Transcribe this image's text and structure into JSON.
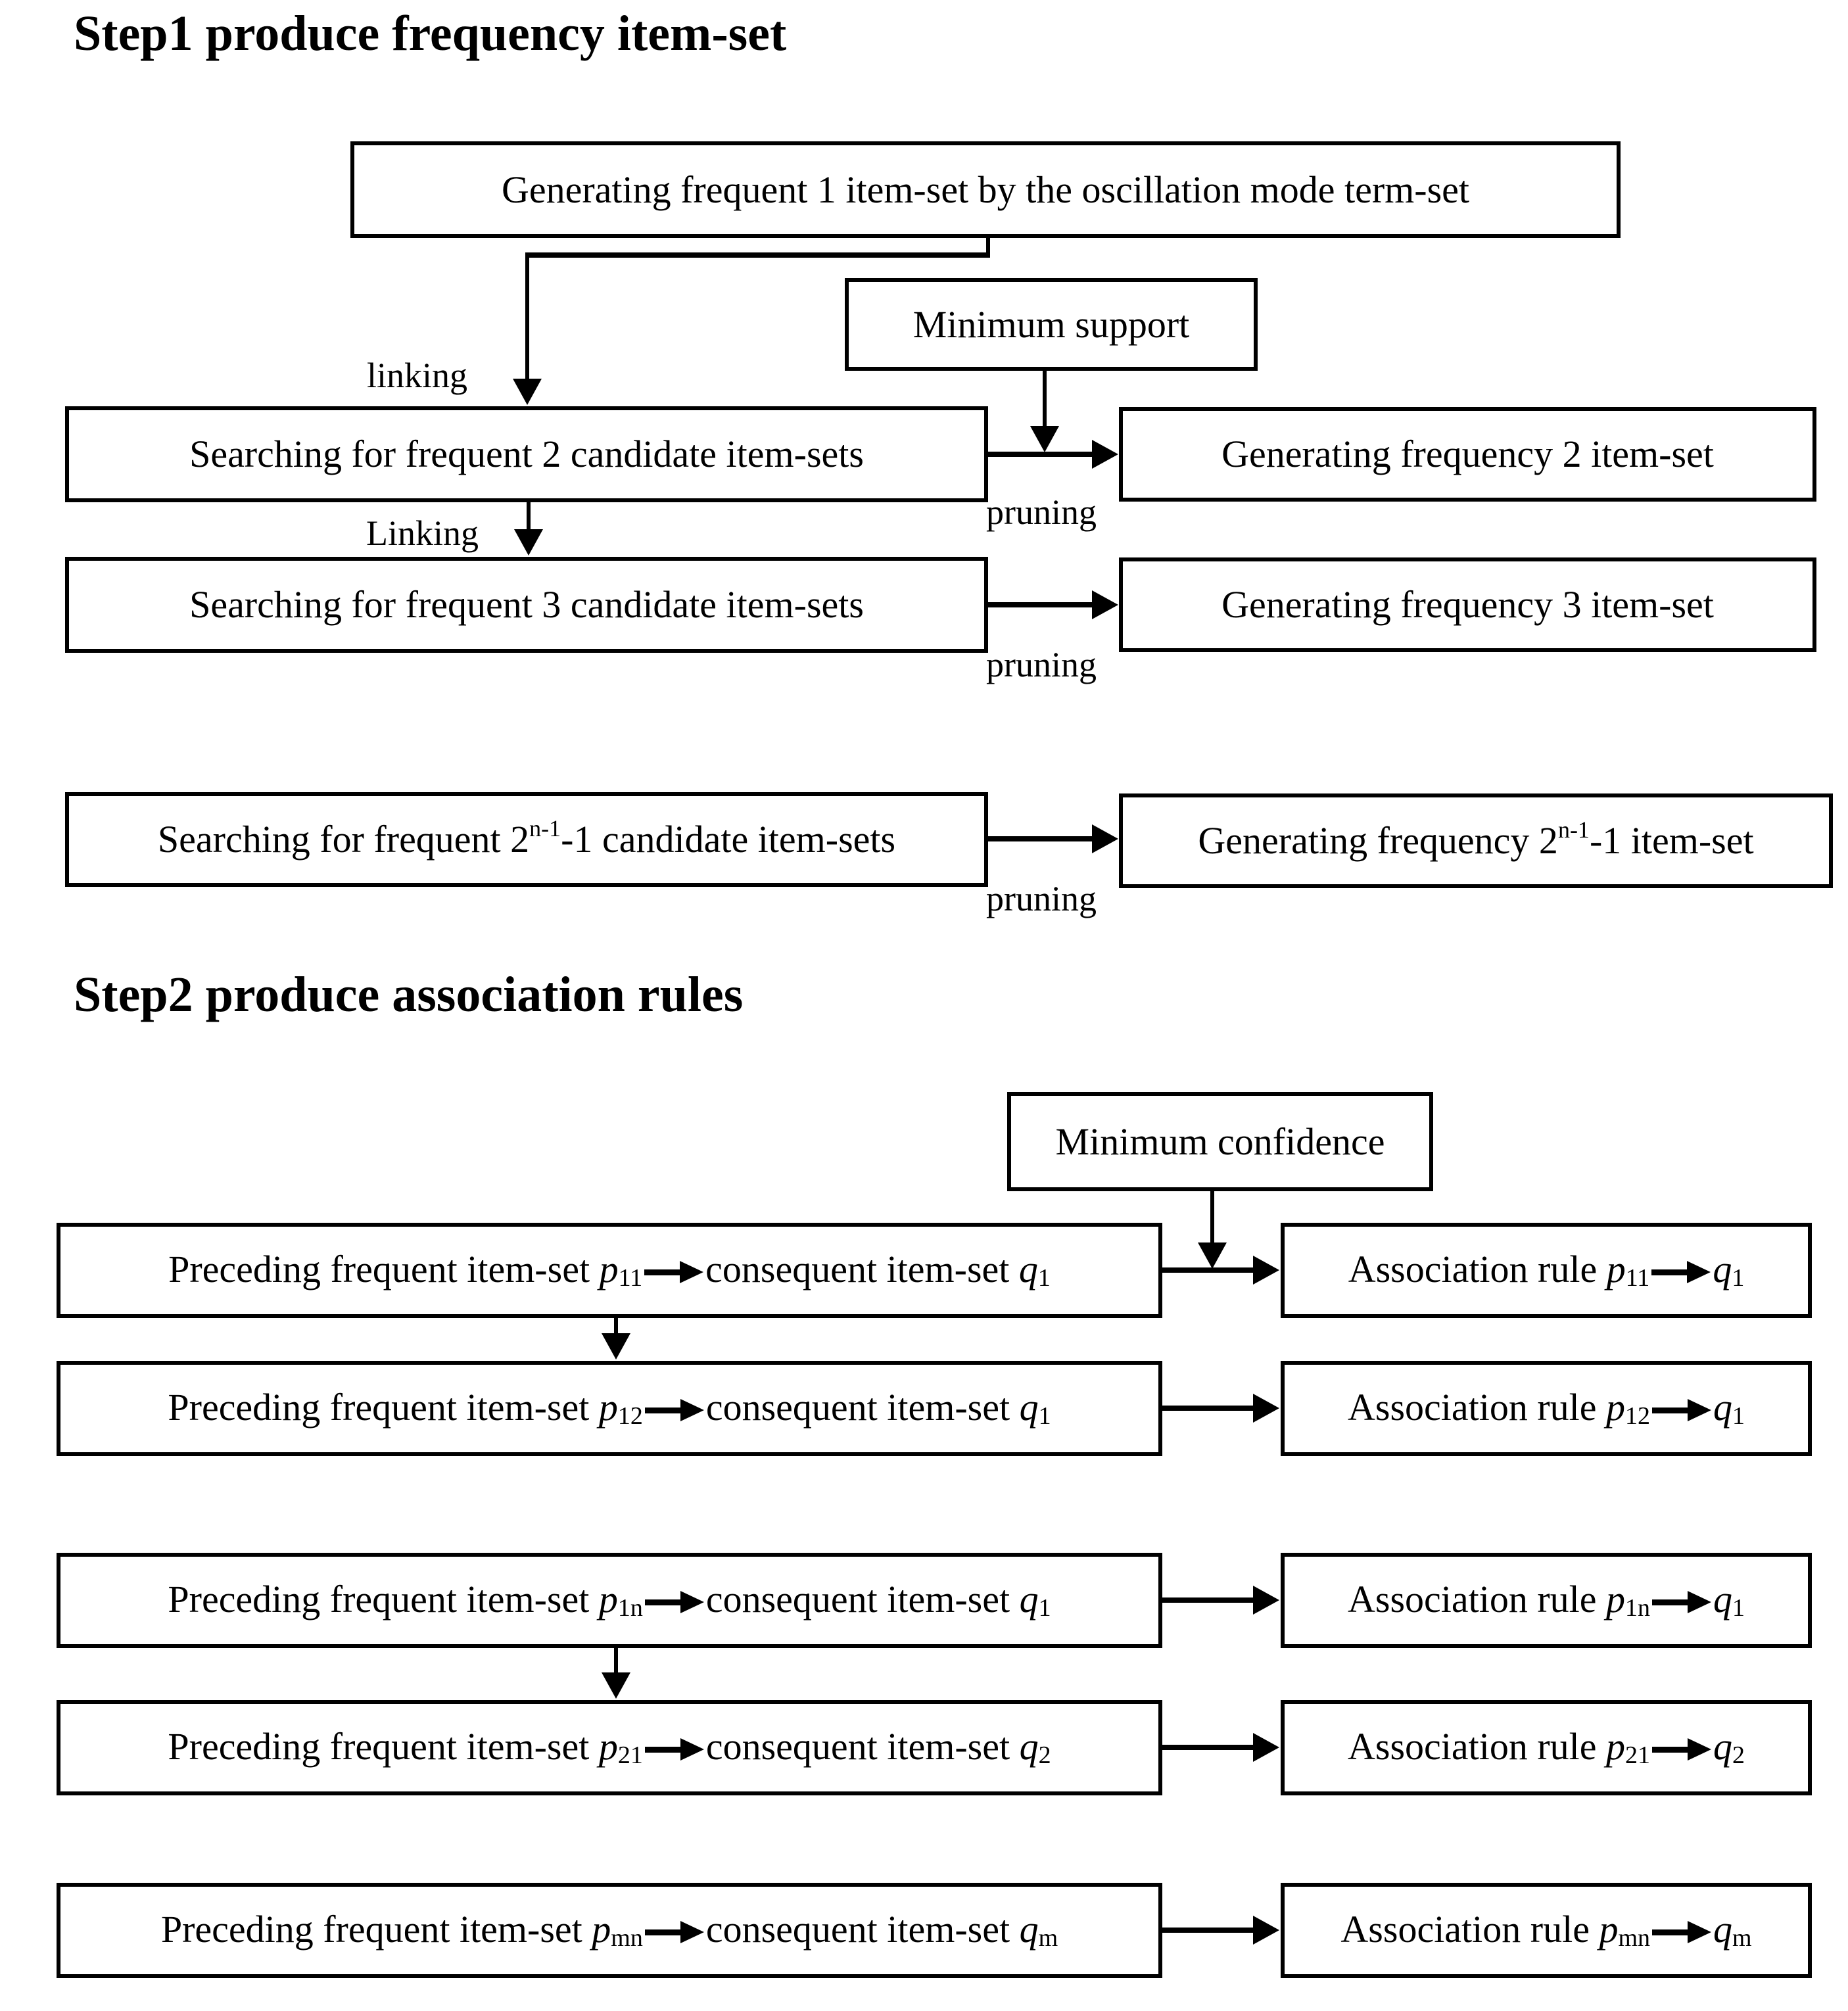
{
  "step1": {
    "title": "Step1 produce frequency item-set",
    "top_box": "Generating frequent 1 item-set by the oscillation mode term-set",
    "min_support_box": "Minimum support",
    "linking_label_lower": "linking",
    "linking_label_cap": "Linking",
    "pruning_label": "pruning",
    "search2_box": "Searching for frequent 2 candidate item-sets",
    "gen2_box": "Generating frequency 2 item-set",
    "search3_box": "Searching for frequent 3 candidate item-sets",
    "gen3_box": "Generating frequency 3 item-set",
    "searchN_prefix": "Searching for frequent 2",
    "searchN_sup": "n-1",
    "searchN_suffix": "-1 candidate item-sets",
    "genN_prefix": "Generating frequency 2",
    "genN_sup": "n-1",
    "genN_suffix": "-1 item-set"
  },
  "step2": {
    "title": "Step2 produce association rules",
    "min_confidence_box": "Minimum confidence",
    "preceding_label": "Preceding frequent item-set ",
    "consequent_label": "consequent item-set ",
    "association_label": "Association rule ",
    "p_var": "p",
    "q_var": "q",
    "rows": [
      {
        "p_sub": "11",
        "q_sub": "1"
      },
      {
        "p_sub": "12",
        "q_sub": "1"
      },
      {
        "p_sub": "1n",
        "q_sub": "1"
      },
      {
        "p_sub": "21",
        "q_sub": "2"
      },
      {
        "p_sub": "mn",
        "q_sub": "m"
      }
    ]
  },
  "colors": {
    "ink": "#000000",
    "background": "#ffffff"
  }
}
